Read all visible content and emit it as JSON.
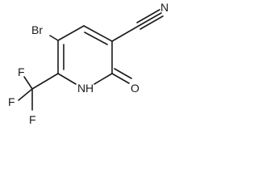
{
  "molecule": {
    "atoms": {
      "bromine": "Br",
      "nitrile_nitrogen": "N",
      "ring_nitrogen": "N",
      "ring_hydrogen": "H",
      "oxygen": "O",
      "fluorine_top": "F",
      "fluorine_left": "F",
      "fluorine_bottom": "F"
    }
  }
}
